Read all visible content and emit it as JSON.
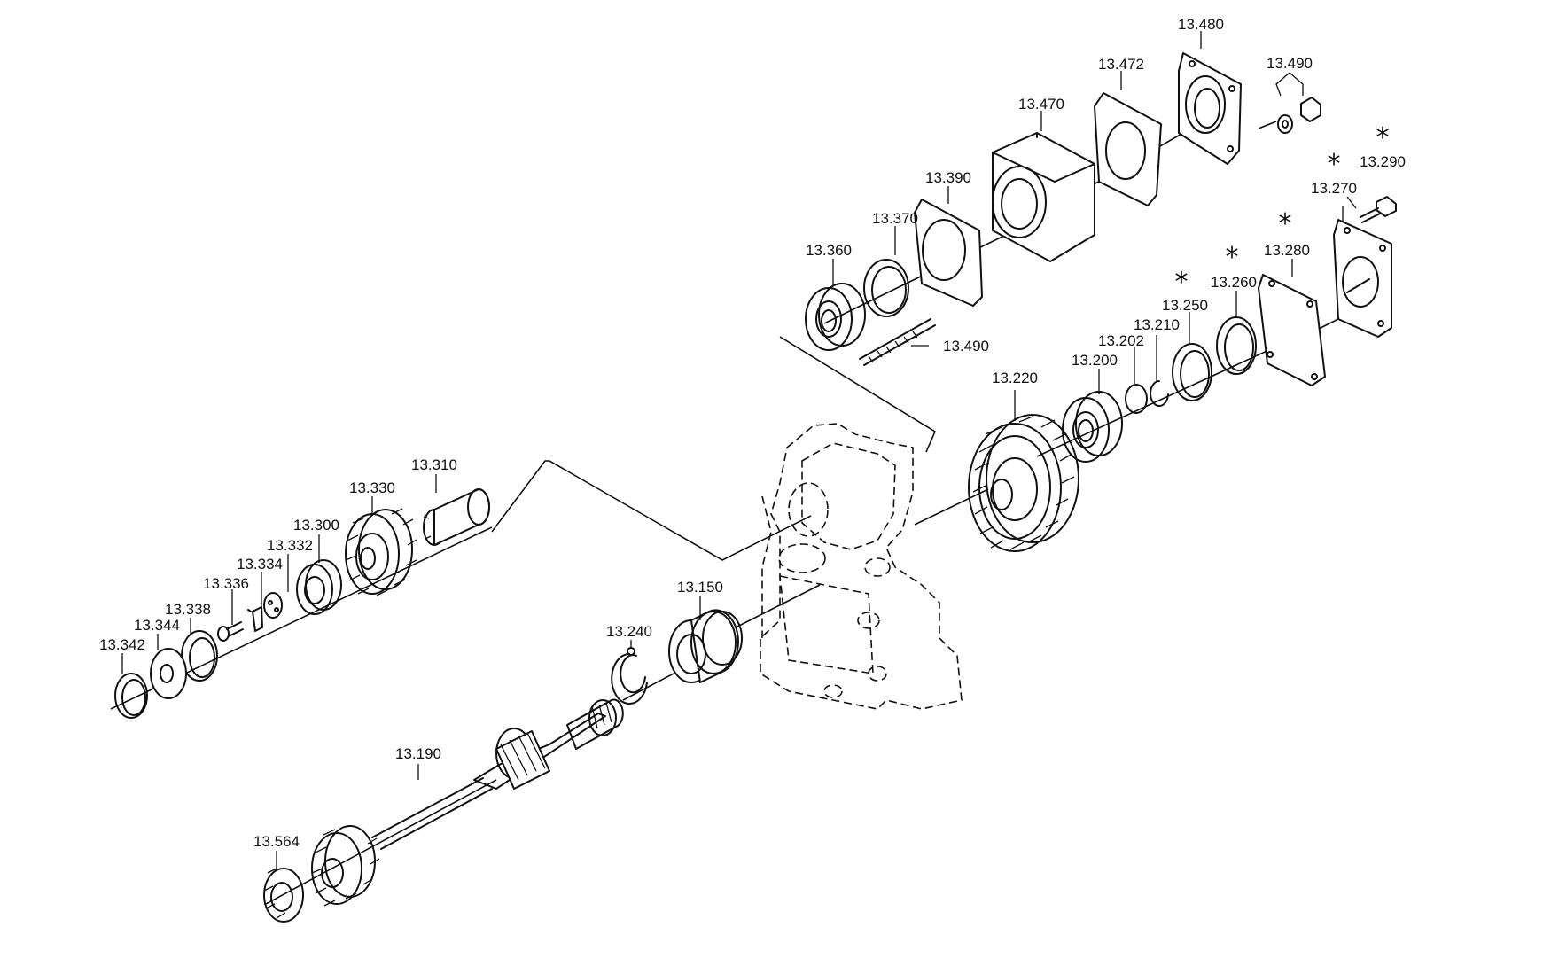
{
  "labels": {
    "p13480": "13.480",
    "p13472": "13.472",
    "p13490a": "13.490",
    "p13470": "13.470",
    "p13290": "13.290",
    "p13390": "13.390",
    "p13270": "13.270",
    "p13370": "13.370",
    "p13280": "13.280",
    "p13360": "13.360",
    "p13260": "13.260",
    "p13250": "13.250",
    "p13210": "13.210",
    "p13490b": "13.490",
    "p13202": "13.202",
    "p13200": "13.200",
    "p13220": "13.220",
    "p13310": "13.310",
    "p13330": "13.330",
    "p13300": "13.300",
    "p13332": "13.332",
    "p13334": "13.334",
    "p13336": "13.336",
    "p13338": "13.338",
    "p13344": "13.344",
    "p13342": "13.342",
    "p13150": "13.150",
    "p13240": "13.240",
    "p13190": "13.190",
    "p13564": "13.564"
  },
  "marker": "*"
}
